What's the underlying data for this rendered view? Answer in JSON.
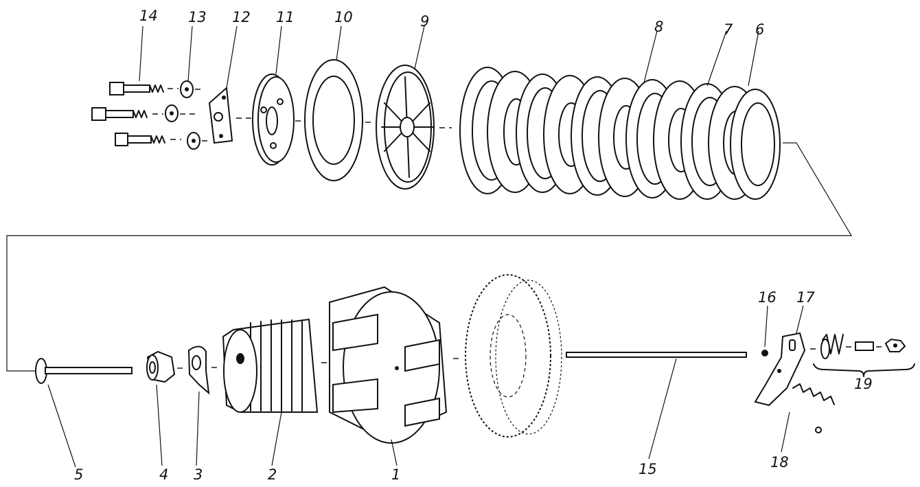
{
  "diagram": {
    "callouts": [
      {
        "id": "c14",
        "text": "14"
      },
      {
        "id": "c13",
        "text": "13"
      },
      {
        "id": "c12",
        "text": "12"
      },
      {
        "id": "c11",
        "text": "11"
      },
      {
        "id": "c10",
        "text": "10"
      },
      {
        "id": "c9",
        "text": "9"
      },
      {
        "id": "c8",
        "text": "8"
      },
      {
        "id": "c7",
        "text": "7"
      },
      {
        "id": "c6",
        "text": "6"
      },
      {
        "id": "c5",
        "text": "5"
      },
      {
        "id": "c4",
        "text": "4"
      },
      {
        "id": "c3",
        "text": "3"
      },
      {
        "id": "c2",
        "text": "2"
      },
      {
        "id": "c1",
        "text": "1"
      },
      {
        "id": "c15",
        "text": "15"
      },
      {
        "id": "c16",
        "text": "16"
      },
      {
        "id": "c17",
        "text": "17"
      },
      {
        "id": "c18",
        "text": "18"
      },
      {
        "id": "c19",
        "text": "19"
      }
    ],
    "colors": {
      "ink": "#111111",
      "paper": "#ffffff"
    }
  }
}
